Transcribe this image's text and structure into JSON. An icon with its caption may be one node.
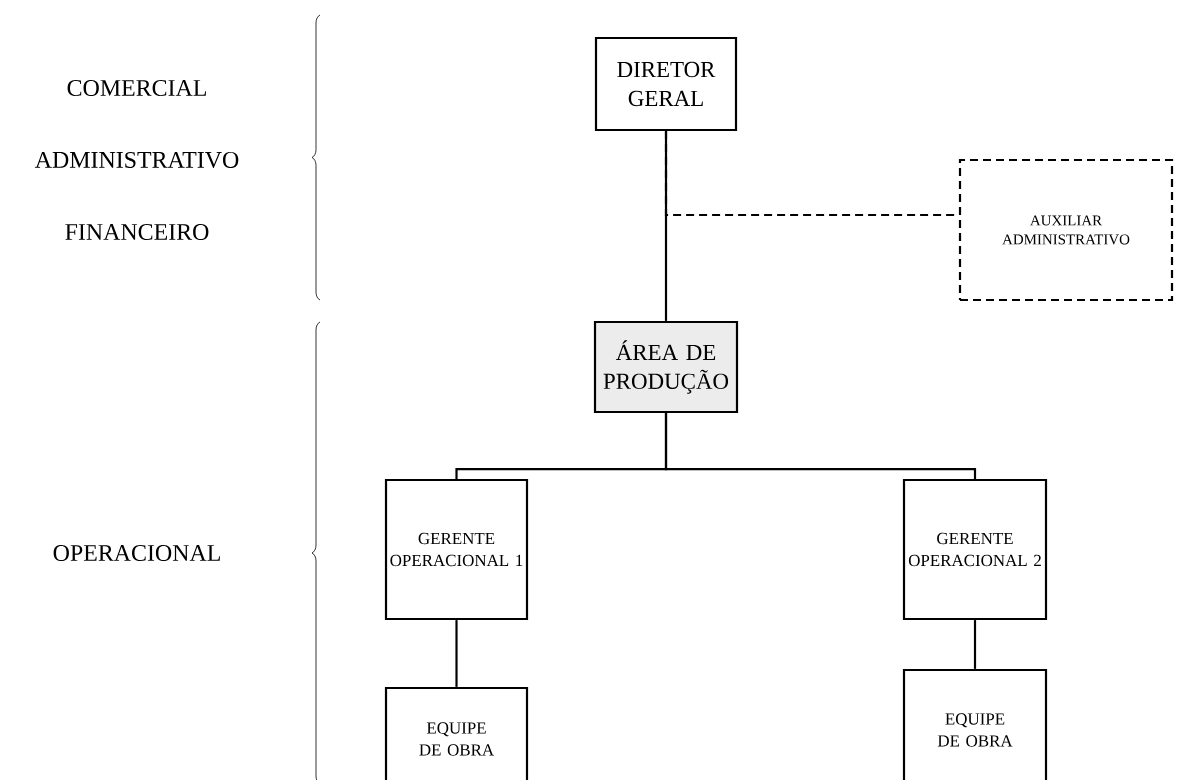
{
  "diagram": {
    "nodes": [
      {
        "text": [
          "DIRETOR GERAL"
        ]
      },
      {
        "text": [
          "AUXILIAR ADMINISTRATIVO"
        ]
      },
      {
        "text": [
          "ÁREA DE PRODUÇÃO"
        ]
      },
      {
        "text": [
          "GERENTE OPERACIONAL 1"
        ]
      },
      {
        "text": [
          "GERENTE OPERACIONAL 2"
        ]
      },
      {
        "text": [
          "EQUIPE DE OBRA"
        ]
      },
      {
        "text": [
          "EQUIPE DE OBRA"
        ]
      }
    ],
    "edges": [
      {
        "from": 0,
        "to": 2,
        "arrow": "none"
      },
      {
        "from": 0,
        "to": 1,
        "arrow": "none",
        "style": "dashed"
      },
      {
        "from": 2,
        "to": 3,
        "arrow": "none"
      },
      {
        "from": 2,
        "to": 4,
        "arrow": "none"
      },
      {
        "from": 3,
        "to": 5,
        "arrow": "none"
      },
      {
        "from": 4,
        "to": 6,
        "arrow": "none"
      }
    ],
    "labels": [
      "COMERCIAL",
      "ADMINISTRATIVO",
      "FINANCEIRO",
      "OPERACIONAL"
    ]
  }
}
